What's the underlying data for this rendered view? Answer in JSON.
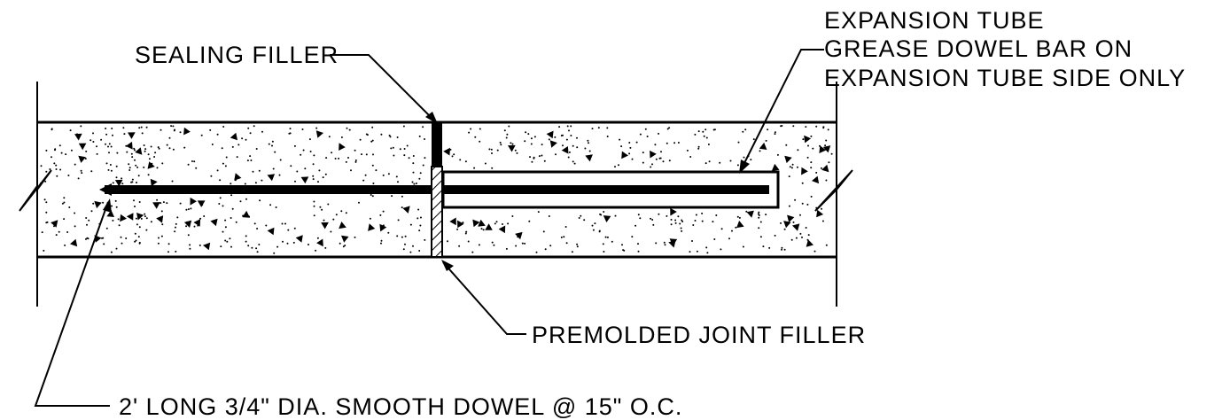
{
  "labels": {
    "sealing_filler": "SEALING FILLER",
    "expansion_tube_line1": "EXPANSION TUBE",
    "expansion_tube_line2": "GREASE DOWEL BAR ON",
    "expansion_tube_line3": "EXPANSION TUBE SIDE ONLY",
    "premolded_joint_filler": "PREMOLDED JOINT FILLER",
    "dowel_spec": "2' LONG 3/4\" DIA. SMOOTH DOWEL @ 15\" O.C."
  },
  "colors": {
    "line": "#000000",
    "background": "#ffffff"
  }
}
